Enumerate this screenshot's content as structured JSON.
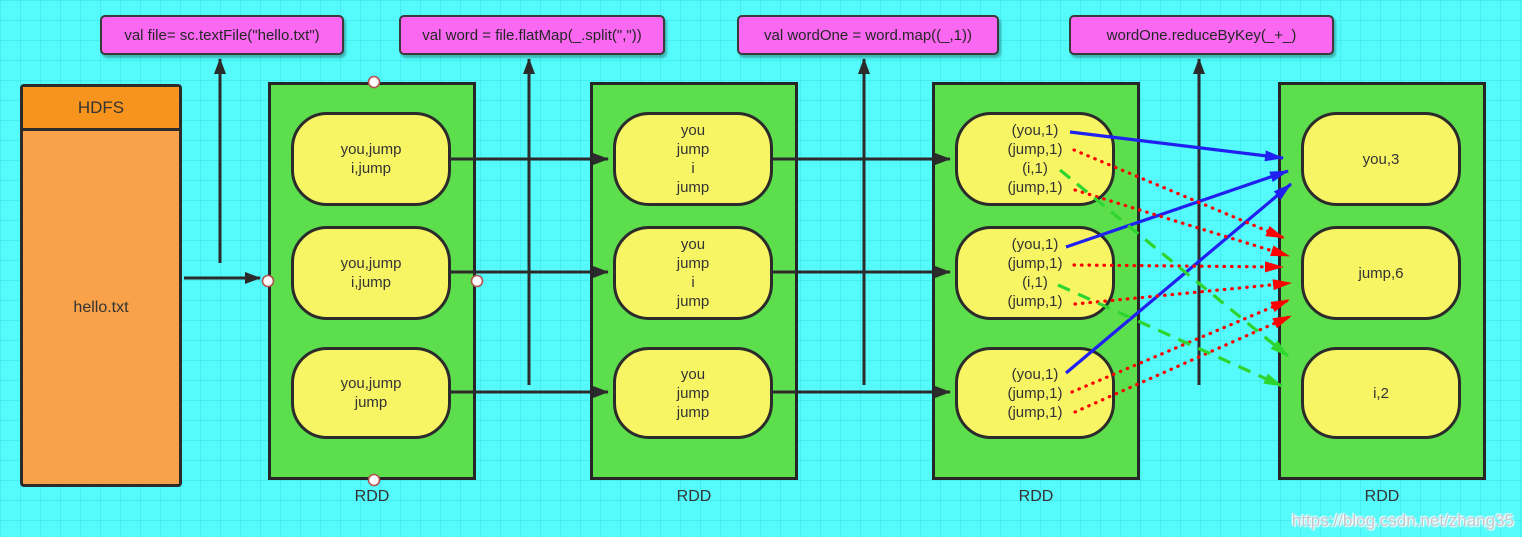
{
  "code_labels": [
    {
      "text": "val file= sc.textFile(\"hello.txt\")"
    },
    {
      "text": "val word = file.flatMap(_.split(\",\"))"
    },
    {
      "text": "val wordOne = word.map((_,1))"
    },
    {
      "text": "wordOne.reduceByKey(_+_)"
    }
  ],
  "hdfs": {
    "title": "HDFS",
    "file_name": "hello.txt"
  },
  "rdds": [
    {
      "caption": "RDD",
      "partitions": [
        "you,jump\ni,jump",
        "you,jump\ni,jump",
        "you,jump\njump"
      ]
    },
    {
      "caption": "RDD",
      "partitions": [
        "you\njump\ni\njump",
        "you\njump\ni\njump",
        "you\njump\njump"
      ]
    },
    {
      "caption": "RDD",
      "partitions": [
        "(you,1)\n(jump,1)\n(i,1)\n(jump,1)",
        "(you,1)\n(jump,1)\n(i,1)\n(jump,1)",
        "(you,1)\n(jump,1)\n(jump,1)"
      ]
    },
    {
      "caption": "RDD",
      "partitions": [
        "you,3",
        "jump,6",
        "i,2"
      ]
    }
  ],
  "watermark": "https://blog.csdn.net/zhang35",
  "colors": {
    "background": "#55fafa",
    "rdd_fill": "#5cde4d",
    "partition_fill": "#f8f565",
    "code_label_fill": "#fa68f2",
    "hdfs_header_fill": "#f7941e",
    "hdfs_body_fill": "#f9a24a",
    "shuffle_you_edge": "#2020f0",
    "shuffle_jump_edge": "#ff0000",
    "shuffle_i_edge": "#2fd52f",
    "flow_edge": "#2b2b2b"
  }
}
